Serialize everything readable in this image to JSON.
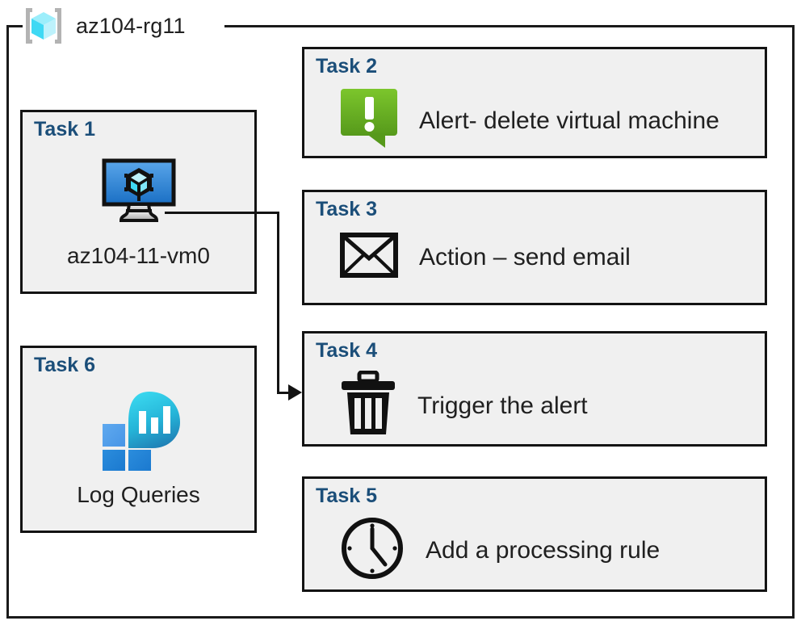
{
  "resource_group": {
    "name": "az104-rg11",
    "icon": "resource-group-cube-icon",
    "frame_color": "#1a1a1a"
  },
  "theme": {
    "card_background": "#f0f0f0",
    "card_border": "#131313",
    "task_label_color": "#1b4e79",
    "body_text_color": "#202020",
    "alert_green_light": "#7ac143",
    "alert_green_dark": "#5a9e1e",
    "vm_blue_light": "#56a0e8",
    "vm_blue_dark": "#1f72c4",
    "log_cyan": "#32d0e8",
    "log_blue": "#2286d6"
  },
  "cards": [
    {
      "id": "task1",
      "title": "Task 1",
      "label": "az104-11-vm0",
      "icon": "virtual-machine-icon",
      "layout": "vertical"
    },
    {
      "id": "task2",
      "title": "Task 2",
      "label": "Alert- delete virtual machine",
      "icon": "alert-bubble-icon",
      "layout": "horizontal"
    },
    {
      "id": "task3",
      "title": "Task 3",
      "label": "Action – send email",
      "icon": "envelope-icon",
      "layout": "horizontal"
    },
    {
      "id": "task4",
      "title": "Task 4",
      "label": "Trigger the alert",
      "icon": "trash-can-icon",
      "layout": "horizontal"
    },
    {
      "id": "task5",
      "title": "Task 5",
      "label": "Add a processing rule",
      "icon": "clock-icon",
      "layout": "horizontal"
    },
    {
      "id": "task6",
      "title": "Task 6",
      "label": "Log Queries",
      "icon": "log-analytics-icon",
      "layout": "vertical"
    }
  ],
  "connector": {
    "from": "task1-virtual-machine-icon",
    "to": "task4",
    "style": "elbow-arrow"
  }
}
